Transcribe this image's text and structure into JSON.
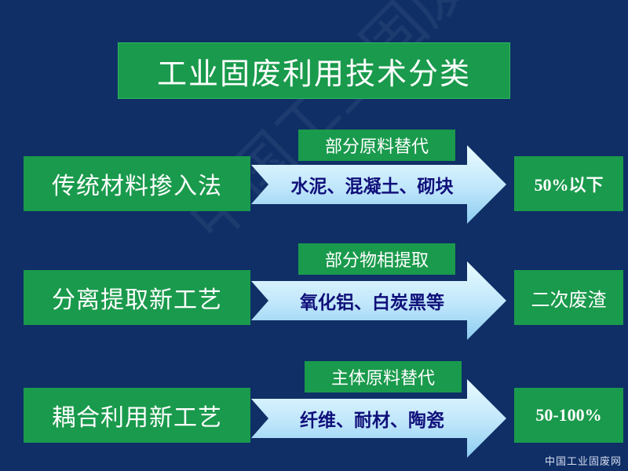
{
  "title": "工业固废利用技术分类",
  "rows": [
    {
      "method": "传统材料掺入法",
      "label": "部分原料替代",
      "products": "水泥、混凝土、砌块",
      "result": "50%以下"
    },
    {
      "method": "分离提取新工艺",
      "label": "部分物相提取",
      "products": "氧化铝、白炭黑等",
      "result": "二次废渣"
    },
    {
      "method": "耦合利用新工艺",
      "label": "主体原料替代",
      "products": "纤维、耐材、陶瓷",
      "result": "50-100%"
    }
  ],
  "watermark": "中国工业固废网",
  "footer": "中国工业固废网",
  "colors": {
    "background": "#0f2f66",
    "box": "#1a9a4c",
    "arrow_light": "#eafcff",
    "arrow_dark": "#8ccdf0",
    "arrow_text": "#10107a"
  }
}
